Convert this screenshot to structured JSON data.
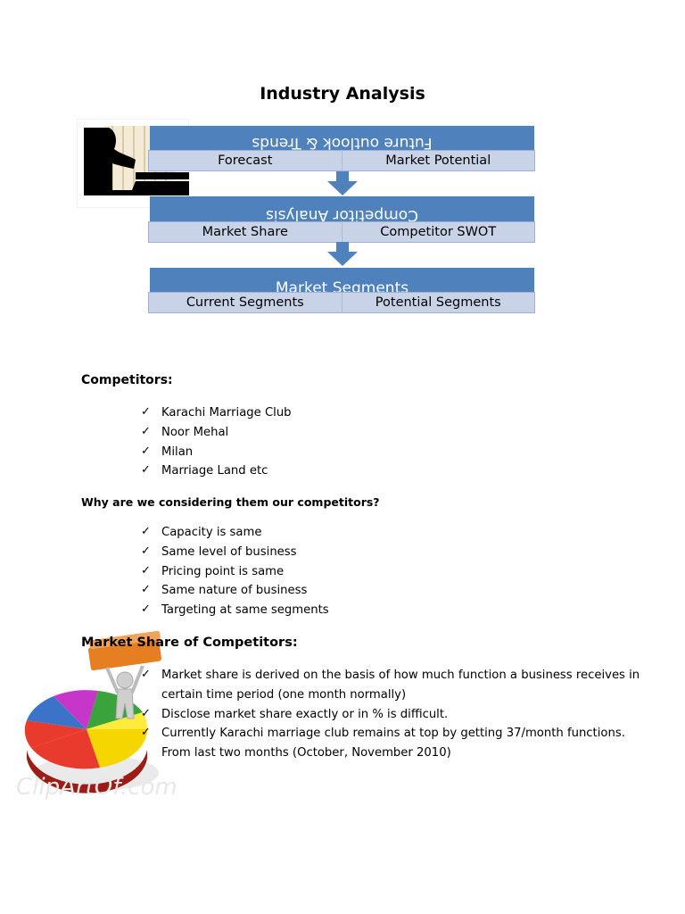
{
  "page_title": "Industry Analysis",
  "diagram": {
    "levels": [
      {
        "header": "Future outlook & Trends",
        "items": [
          "Forecast",
          "Market Potential"
        ]
      },
      {
        "header": "Competitor Analysis",
        "items": [
          "Market Share",
          "Competitor SWOT"
        ]
      },
      {
        "header": "Market Segments",
        "items": [
          "Current Segments",
          "Potential Segments"
        ]
      }
    ]
  },
  "competitors": {
    "heading": "Competitors:",
    "items": [
      "Karachi Marriage Club",
      "Noor Mehal",
      "Milan",
      "Marriage Land etc"
    ]
  },
  "why": {
    "question": "Why are we considering them our competitors?",
    "items": [
      "Capacity is same",
      "Same level of business",
      "Pricing point is same",
      "Same nature of business",
      "Targeting at same segments"
    ]
  },
  "market_share": {
    "heading": "Market Share of Competitors:",
    "items": [
      {
        "line1": "Market share is derived on the basis of how much function a business receives in",
        "line2": "certain time period (one month normally)"
      },
      {
        "line1": "Disclose market share exactly or in % is difficult.",
        "line2": ""
      },
      {
        "line1": "Currently Karachi marriage club remains at top by getting 37/month functions.",
        "line2": "From last two months (October, November 2010)"
      }
    ]
  },
  "clipart": {
    "watermark": "ClipArtOf.com"
  },
  "colors": {
    "band": "#4f81bd",
    "sub_box": "#c9d3e7",
    "pie": [
      "#e83a2d",
      "#f6d600",
      "#ffeb3b",
      "#3b73c9",
      "#c637c9",
      "#3ba33b"
    ]
  }
}
